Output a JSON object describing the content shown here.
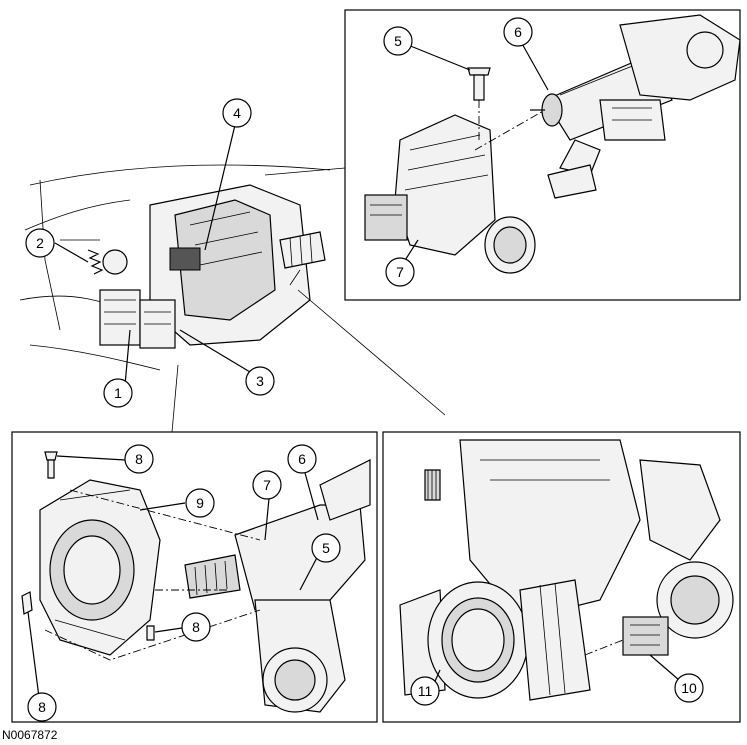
{
  "figure_id": "N0067872",
  "callouts": {
    "c1": "1",
    "c2": "2",
    "c3": "3",
    "c4": "4",
    "c5a": "5",
    "c6a": "6",
    "c7a": "7",
    "c8a": "8",
    "c9": "9",
    "c6b": "6",
    "c7b": "7",
    "c5b": "5",
    "c8b": "8",
    "c8c": "8",
    "c11": "11",
    "c10": "10"
  }
}
